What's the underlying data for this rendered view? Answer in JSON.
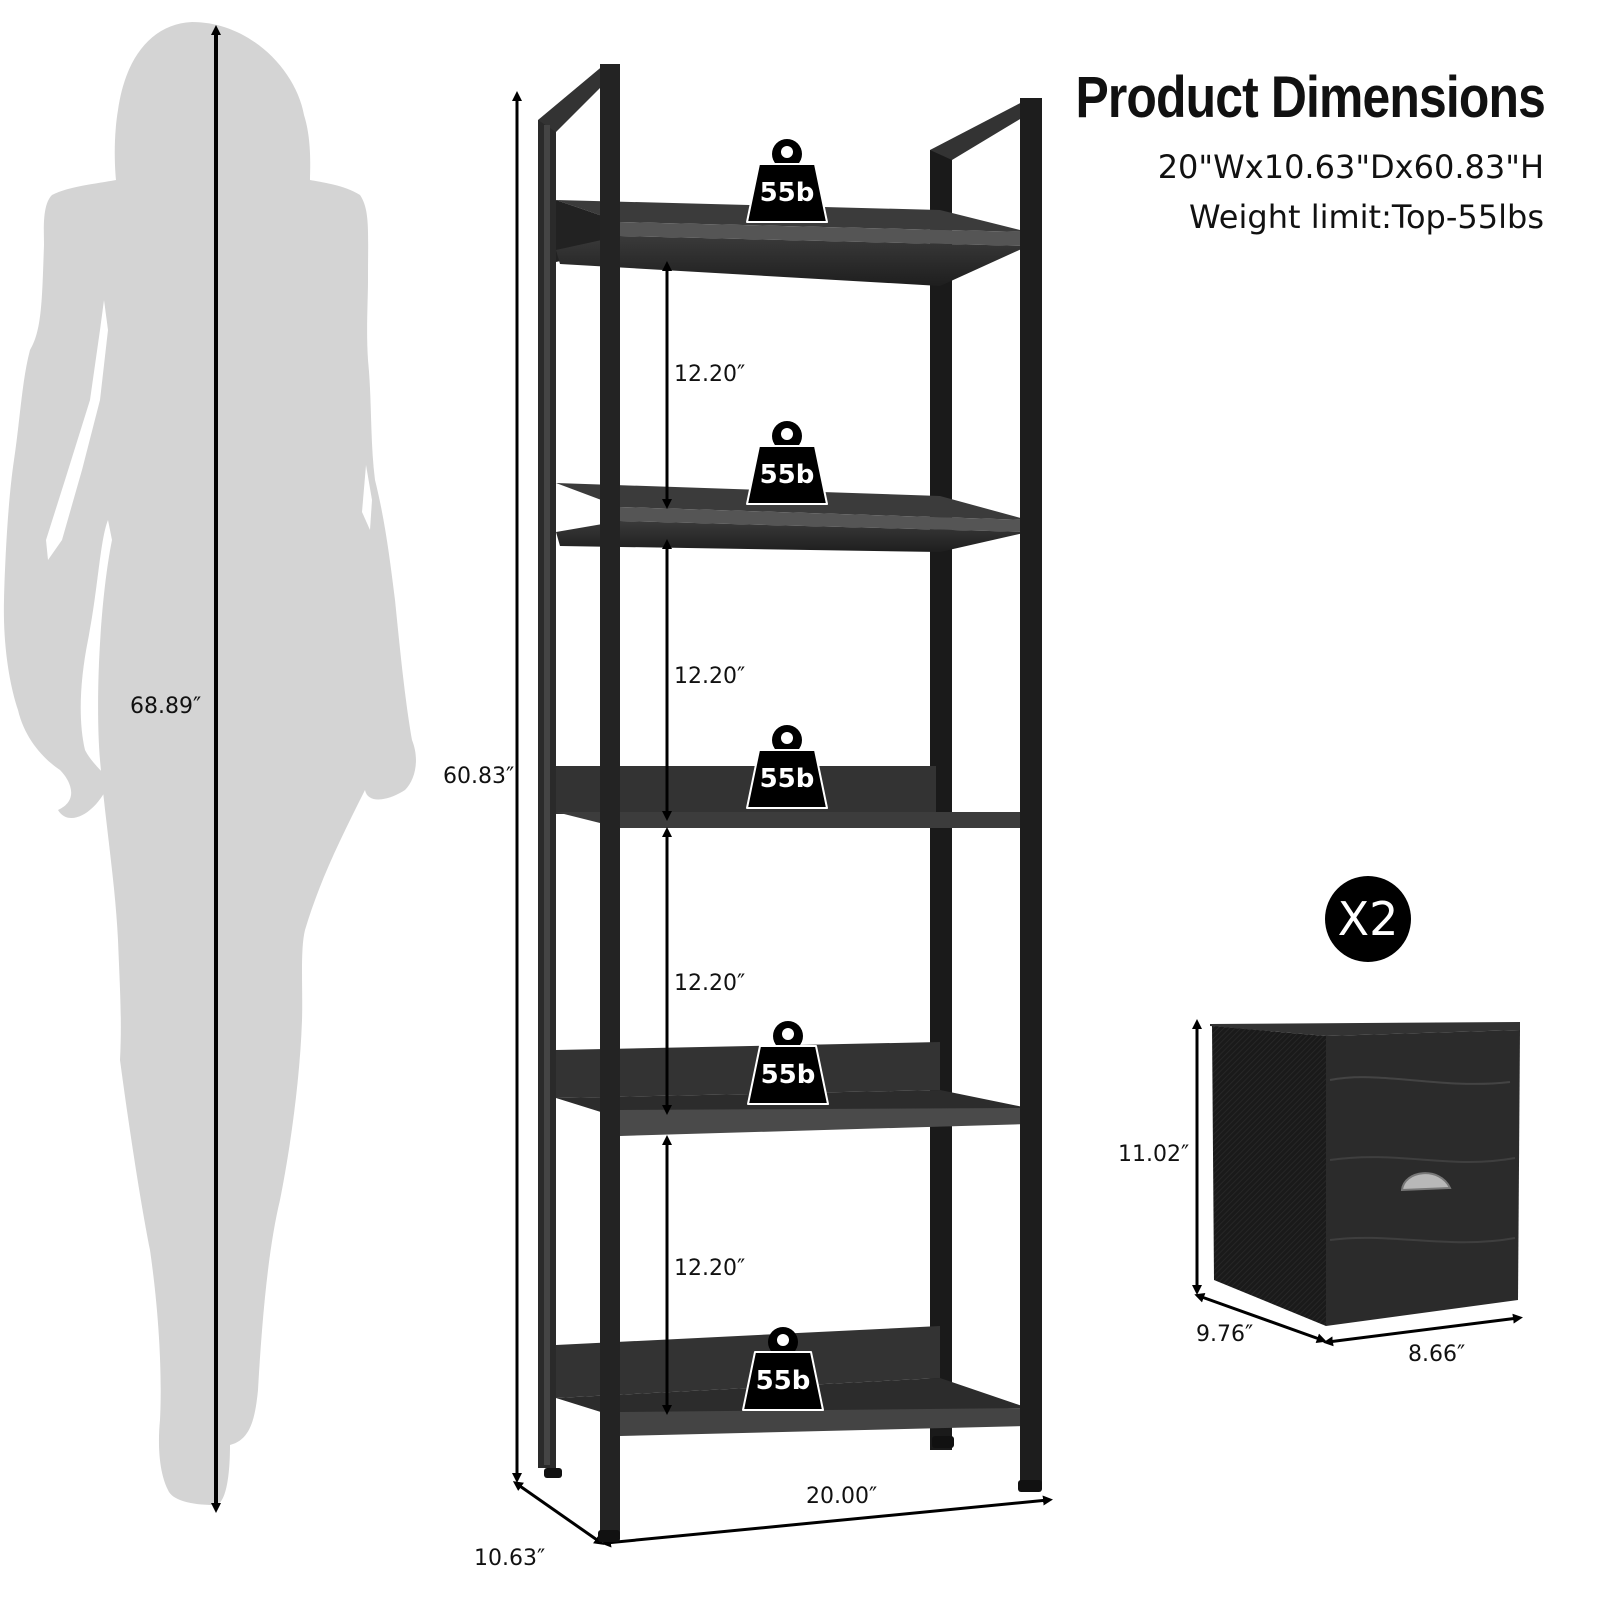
{
  "header": {
    "title": "Product Dimensions",
    "size_spec": "20\"Wx10.63\"Dx60.83\"H",
    "weight_spec": "Weight limit:Top-55lbs"
  },
  "person_silhouette": {
    "height_label": "68.89″",
    "fill_color": "#d4d4d4"
  },
  "bookshelf": {
    "height_label": "60.83″",
    "width_label": "20.00″",
    "depth_label": "10.63″",
    "tiers": 5,
    "shelf_gaps": [
      "12.20″",
      "12.20″",
      "12.20″",
      "12.20″"
    ],
    "weight_tags": [
      "55b",
      "55b",
      "55b",
      "55b",
      "55b"
    ],
    "frame_color": "#1c1c1c",
    "shelf_color": "#2e2e2e"
  },
  "storage_bin": {
    "quantity_label": "X2",
    "height_label": "11.02″",
    "depth_label": "9.76″",
    "width_label": "8.66″"
  }
}
